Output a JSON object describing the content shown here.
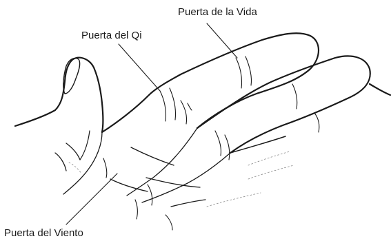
{
  "labels": {
    "life_gate": "Puerta de la Vida",
    "qi_gate": "Puerta del Qi",
    "wind_gate": "Puerta del Viento"
  },
  "colors": {
    "ink": "#1a1a1a",
    "background": "#ffffff"
  }
}
